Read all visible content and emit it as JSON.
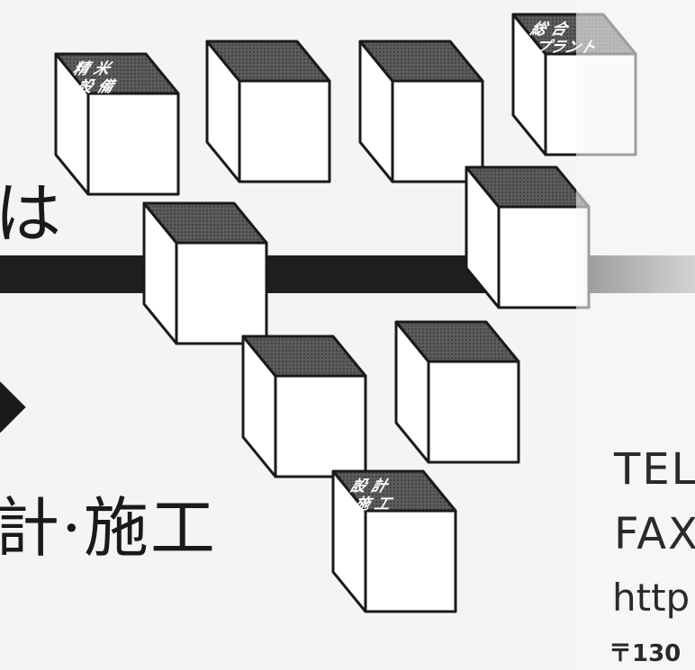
{
  "services": {
    "rice_milling": [
      "精 米",
      "設 備"
    ],
    "general_plant": [
      "総 合",
      "プラント"
    ],
    "design_construction": [
      "設 計",
      "施 工"
    ]
  },
  "heading_fragment": "は",
  "arrow_glyph": "◆",
  "heading_bottom": "計·施工",
  "contact": {
    "tel": "TEL",
    "fax": "FAX",
    "url": "http",
    "zip": "〒130"
  }
}
